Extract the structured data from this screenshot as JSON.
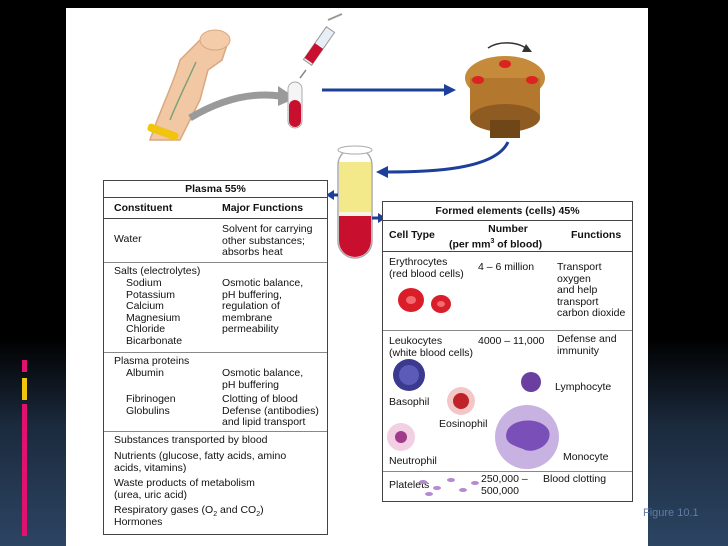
{
  "plasma": {
    "title": "Plasma 55%",
    "col_constituent": "Constituent",
    "col_functions": "Major Functions",
    "water": {
      "label": "Water",
      "function": "Solvent for carrying\nother substances;\nabsorbs heat"
    },
    "salts": {
      "label": "Salts (electrolytes)",
      "items": "Sodium\nPotassium\nCalcium\nMagnesium\nChloride\nBicarbonate",
      "function": "Osmotic balance,\npH buffering,\nregulation of\nmembrane\npermeability"
    },
    "proteins": {
      "label": "Plasma proteins",
      "albumin": "Albumin",
      "albumin_fn": "Osmotic balance,\npH buffering",
      "fibrinogen": "Fibrinogen\nGlobulins",
      "fibrinogen_fn": "Clotting of blood\nDefense (antibodies)\nand lipid transport"
    },
    "substances": {
      "heading": "Substances transported by blood",
      "nutrients": "Nutrients (glucose, fatty acids, amino\nacids, vitamins)",
      "waste": "Waste products of metabolism\n(urea, uric acid)",
      "gases_prefix": "Respiratory gases (O",
      "gases_sub1": "2",
      "gases_mid": " and CO",
      "gases_sub2": "2",
      "gases_suffix": ")",
      "hormones": "Hormones"
    }
  },
  "formed": {
    "title": "Formed elements (cells) 45%",
    "col_celltype": "Cell Type",
    "col_number_line1": "Number",
    "col_number_line2_prefix": "(per mm",
    "col_number_sup": "3",
    "col_number_line2_suffix": " of blood)",
    "col_functions": "Functions",
    "erythrocytes": {
      "label": "Erythrocytes\n(red blood cells)",
      "number": "4 – 6 million",
      "function": "Transport\noxygen\nand help\ntransport\ncarbon dioxide"
    },
    "leukocytes": {
      "label": "Leukocytes\n(white blood cells)",
      "number": "4000 – 11,000",
      "function": "Defense and\nimmunity",
      "basophil": "Basophil",
      "eosinophil": "Eosinophil",
      "lymphocyte": "Lymphocyte",
      "neutrophil": "Neutrophil",
      "monocyte": "Monocyte"
    },
    "platelets": {
      "label": "Platelets",
      "number": "250,000 –\n500,000",
      "function": "Blood clotting"
    }
  },
  "colors": {
    "arrow_blue": "#1d3f9a",
    "blood_red": "#c8102e",
    "plasma_yellow": "#f3e98a",
    "accent_yellow": "#f1c40f",
    "accent_pink": "#e0116f"
  },
  "slide_number": "Figure 10.1"
}
